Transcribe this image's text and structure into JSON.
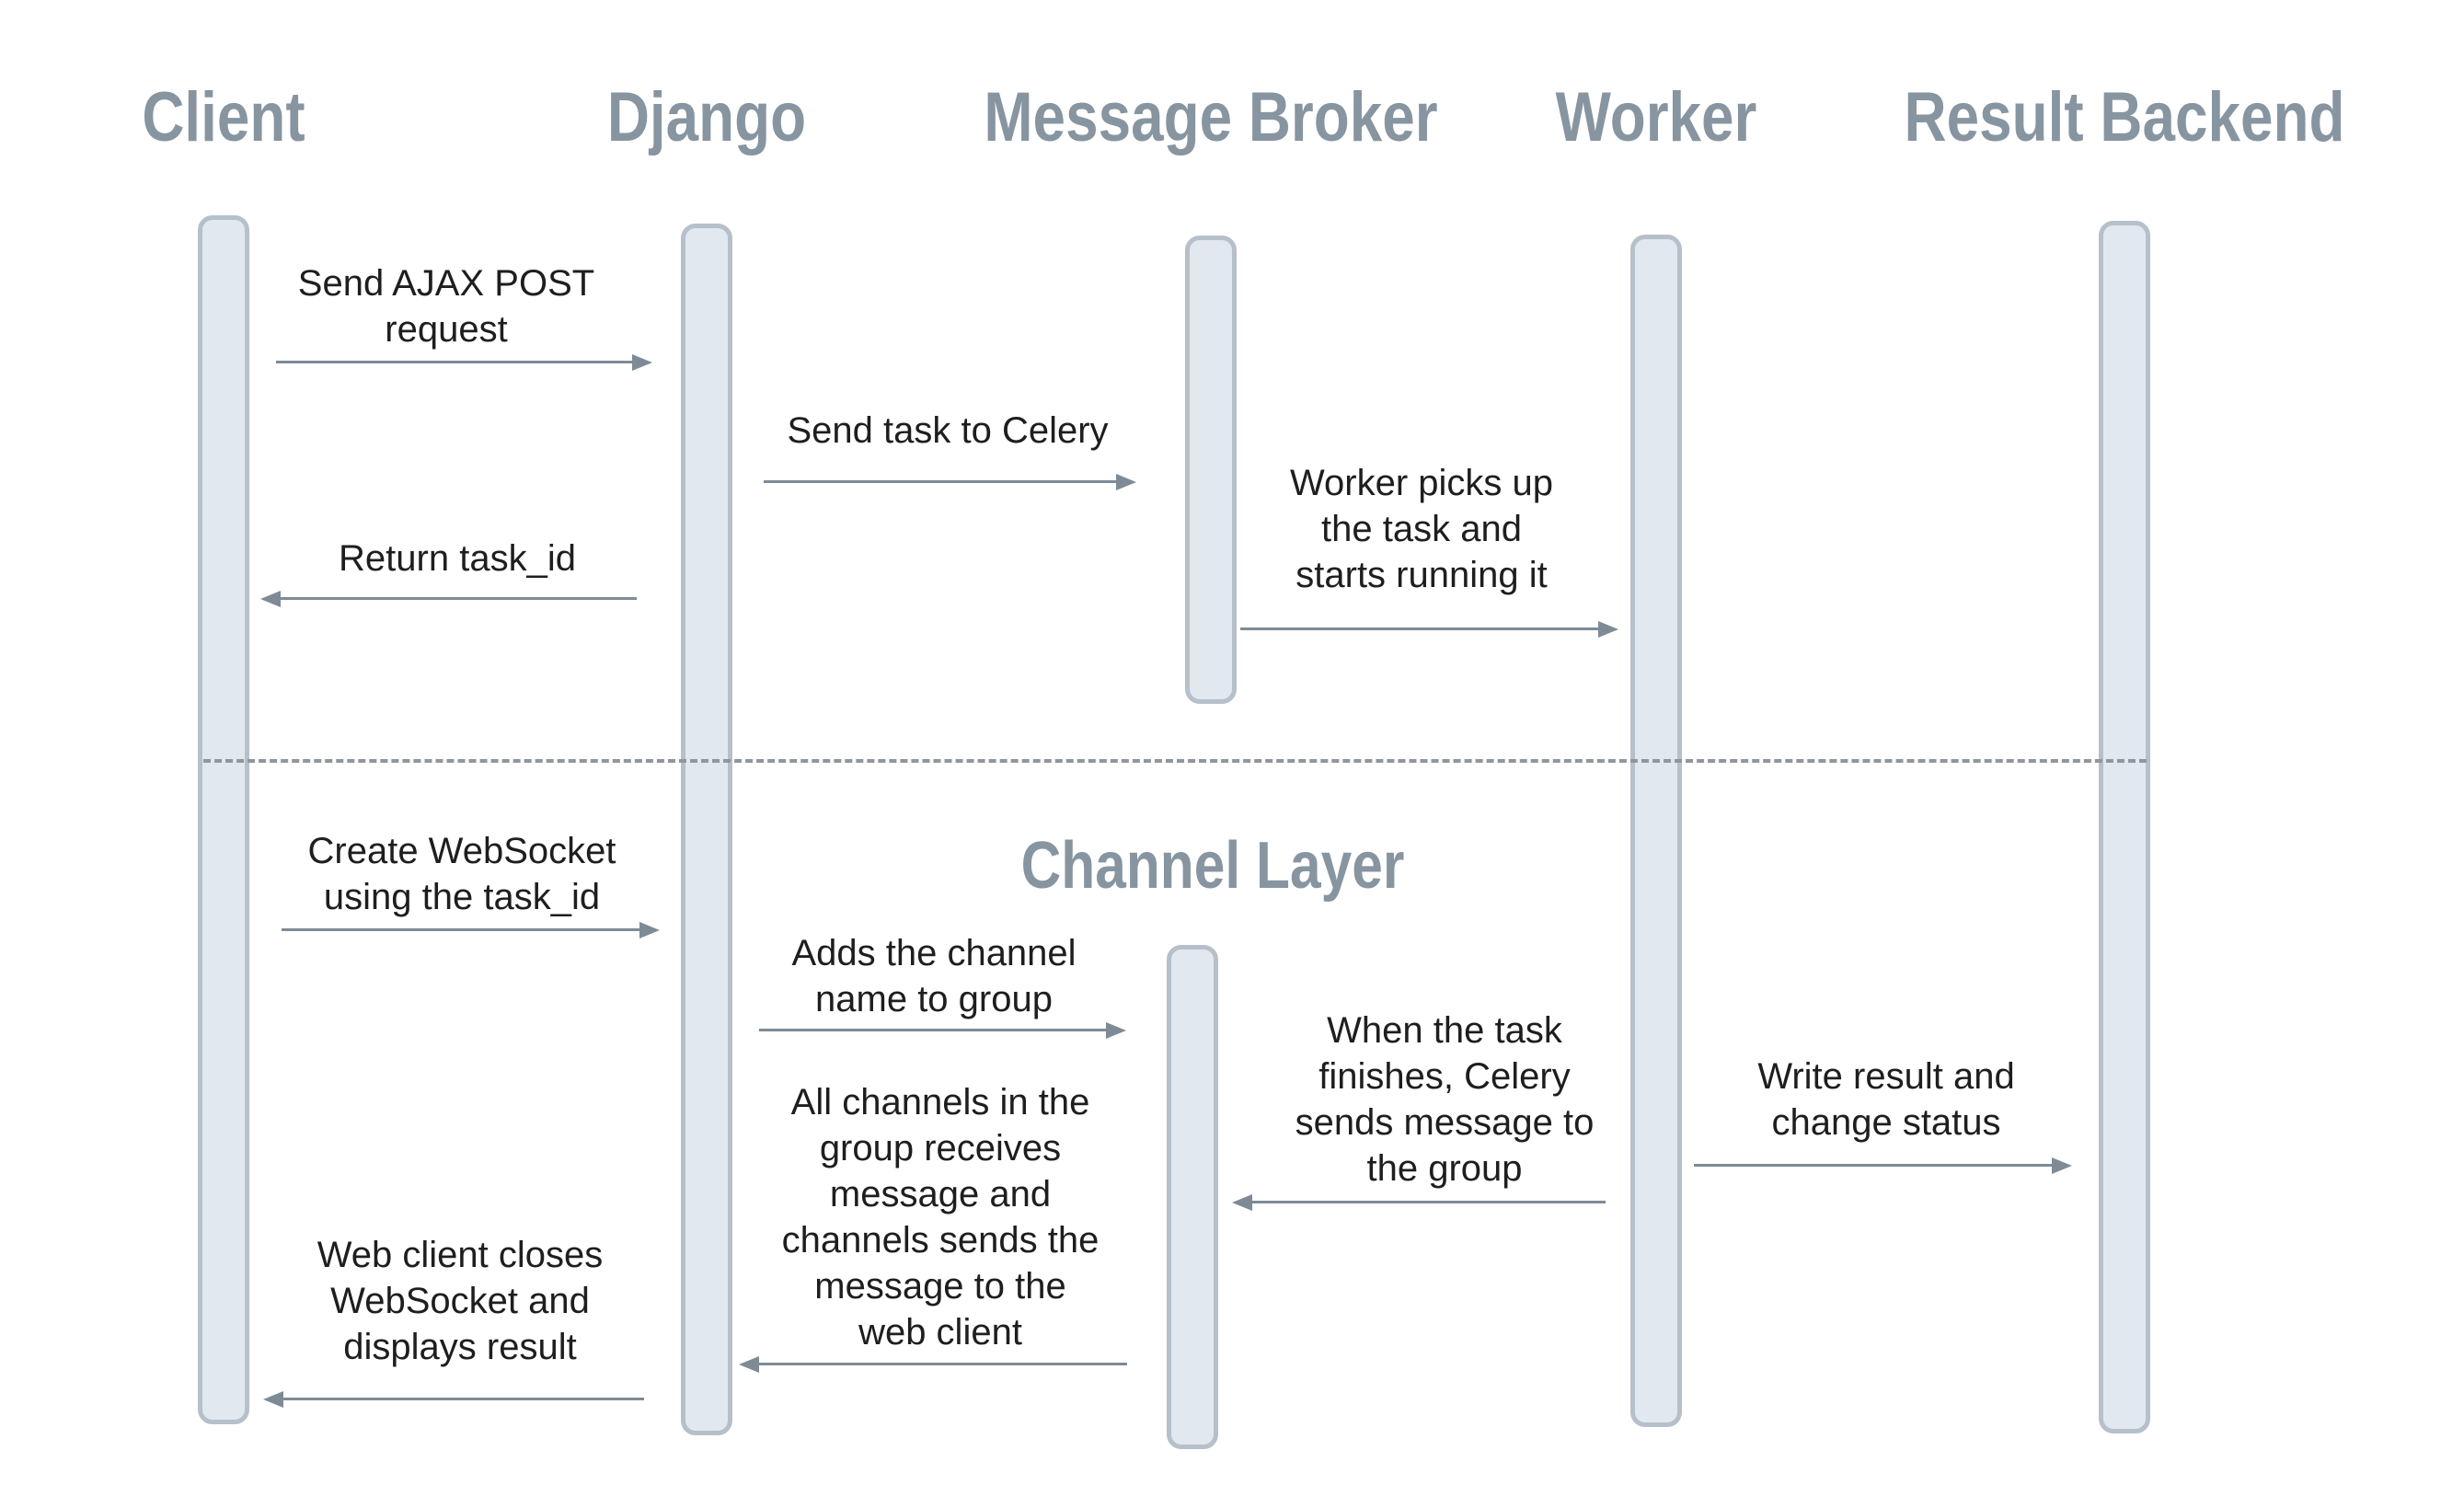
{
  "actors": [
    {
      "name": "Client"
    },
    {
      "name": "Django"
    },
    {
      "name": "Message Broker"
    },
    {
      "name": "Worker"
    },
    {
      "name": "Result Backend"
    }
  ],
  "section_label": "Channel Layer",
  "messages": [
    {
      "id": "send-ajax-post",
      "text": "Send AJAX POST\nrequest",
      "from": "Client",
      "to": "Django",
      "direction": "right"
    },
    {
      "id": "send-task-to-celery",
      "text": "Send task to Celery",
      "from": "Django",
      "to": "Message Broker",
      "direction": "right"
    },
    {
      "id": "return-task-id",
      "text": "Return task_id",
      "from": "Django",
      "to": "Client",
      "direction": "left"
    },
    {
      "id": "worker-picks-up",
      "text": "Worker picks up\nthe task and\nstarts running it",
      "from": "Message Broker",
      "to": "Worker",
      "direction": "right"
    },
    {
      "id": "create-websocket",
      "text": "Create WebSocket\nusing the task_id",
      "from": "Client",
      "to": "Django",
      "direction": "right"
    },
    {
      "id": "adds-channel-name",
      "text": "Adds the channel\nname to group",
      "from": "Django",
      "to": "Channel Layer",
      "direction": "right"
    },
    {
      "id": "task-finishes-message",
      "text": "When the task\nfinishes, Celery\nsends message to\nthe group",
      "from": "Worker",
      "to": "Channel Layer",
      "direction": "left"
    },
    {
      "id": "write-result",
      "text": "Write result and\nchange status",
      "from": "Worker",
      "to": "Result Backend",
      "direction": "right"
    },
    {
      "id": "channels-send-message",
      "text": "All channels in the\ngroup receives\nmessage and\nchannels sends the\nmessage to the\nweb client",
      "from": "Channel Layer",
      "to": "Django",
      "direction": "left"
    },
    {
      "id": "web-client-closes",
      "text": "Web client closes\nWebSocket and\ndisplays result",
      "from": "Django",
      "to": "Client",
      "direction": "left"
    }
  ],
  "colors": {
    "header_text": "#8795a1",
    "message_text": "#1e1e1e",
    "bar_fill": "#e2e8ef",
    "bar_border": "#b6c0ca",
    "arrow": "#7e8b97",
    "divider": "#8e979f",
    "background": "#ffffff"
  }
}
